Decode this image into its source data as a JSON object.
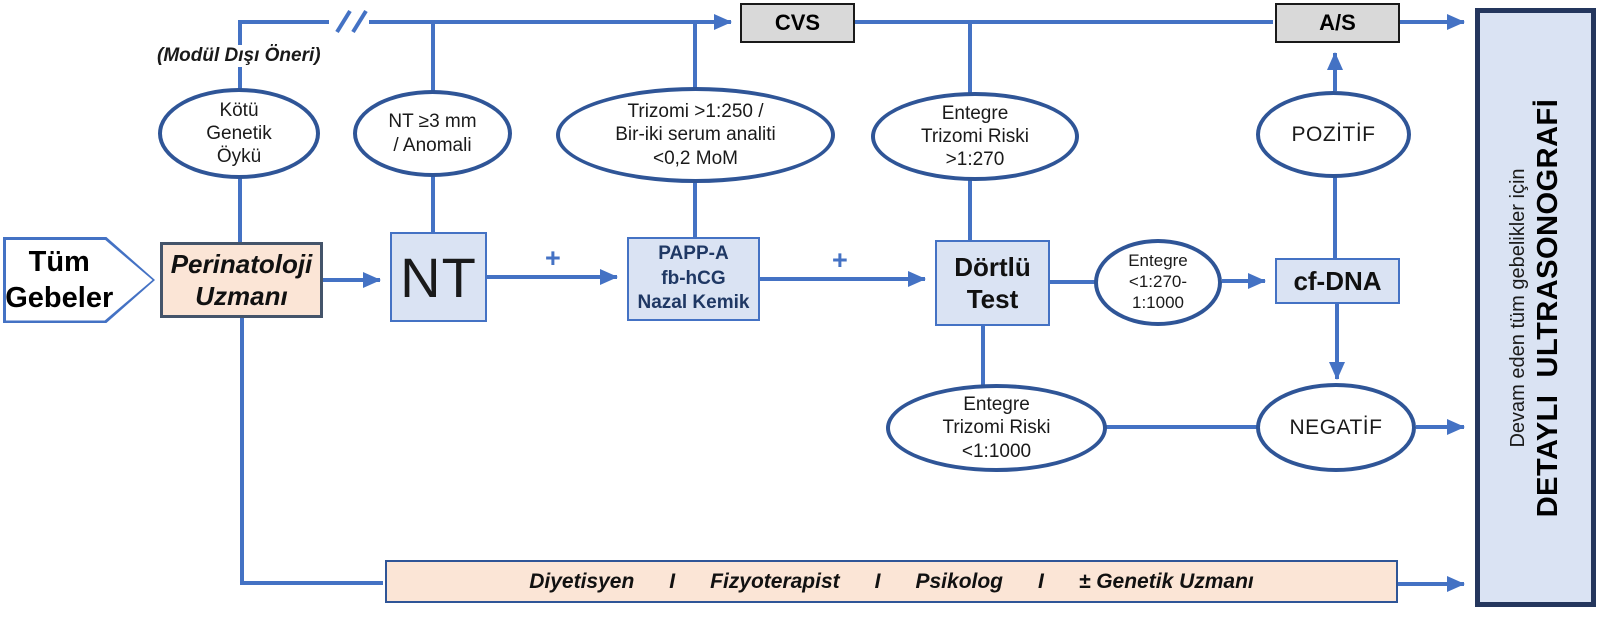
{
  "colors": {
    "line_blue": "#4472C4",
    "ellipse_border": "#2F5597",
    "process_box_fill": "#DAE3F3",
    "peach_fill": "#FBE5D6",
    "gray_fill": "#D9D9D9",
    "panel_border": "#24365D"
  },
  "note": "(Modül Dışı Öneri)",
  "nodes": {
    "all_pregnant": "Tüm\nGebeler",
    "perinatology": "Perinatoloji\nUzmanı",
    "nt": "NT",
    "serum_markers": "PAPP-A\nfb-hCG\nNazal Kemik",
    "quad_test": "Dörtlü\nTest",
    "cf_dna": "cf-DNA",
    "cvs": "CVS",
    "amnio": "A/S"
  },
  "conditions": {
    "bad_genetic_history": "Kötü\nGenetik\nÖykü",
    "nt_anomaly": "NT ≥3 mm\n/ Anomali",
    "trisomy_250": "Trizomi >1:250 /\nBir-iki serum analiti\n<0,2 MoM",
    "integrated_270": "Entegre\nTrizomi Riski\n>1:270",
    "integrated_mid": "Entegre\n<1:270-\n1:1000",
    "integrated_1000": "Entegre\nTrizomi Riski\n<1:1000",
    "positive": "POZİTİF",
    "negative": "NEGATİF"
  },
  "connector_labels": {
    "plus": "+"
  },
  "support_bar": "Diyetisyen      I      Fizyoterapist      I      Psikolog      I      ± Genetik Uzmanı",
  "panel": {
    "subtitle": "Devam eden tüm gebelikler için",
    "title": "DETAYLI  ULTRASONOGRAFİ"
  }
}
